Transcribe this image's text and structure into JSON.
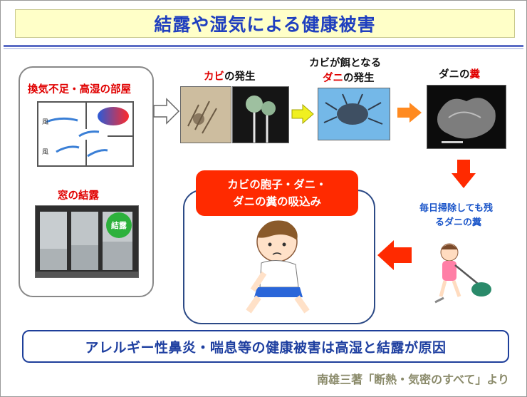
{
  "title": "結露や湿気による健康被害",
  "left_panel": {
    "room_label": "換気不足・高湿の部屋",
    "room_note_1": "風",
    "room_note_2": "風",
    "window_label": "窓の結露",
    "window_badge": "結露"
  },
  "flow": {
    "mold_label_red": "カビ",
    "mold_label_rest": "の発生",
    "mite_line1": "カビが餌となる",
    "mite_line2_red": "ダニ",
    "mite_line2_rest": "の発生",
    "dung_label_rest": "ダニの",
    "dung_label_red": "糞"
  },
  "cleaning_note_line1": "毎日掃除しても残",
  "cleaning_note_line2": "るダニの糞",
  "inhale_line1": "カビの胞子・ダニ・",
  "inhale_line2": "ダニの糞の吸込み",
  "conclusion": "アレルギー性鼻炎・喘息等の健康被害は高湿と結露が原因",
  "credit": "南雄三著「断熱・気密のすべて」より",
  "colors": {
    "title_text": "#1f3fbf",
    "title_bg": "#ffffc8",
    "accent_red": "#e00000",
    "arrow_yellow": "#f0f020",
    "arrow_orange": "#ff8a20",
    "arrow_red": "#ff2a00"
  }
}
